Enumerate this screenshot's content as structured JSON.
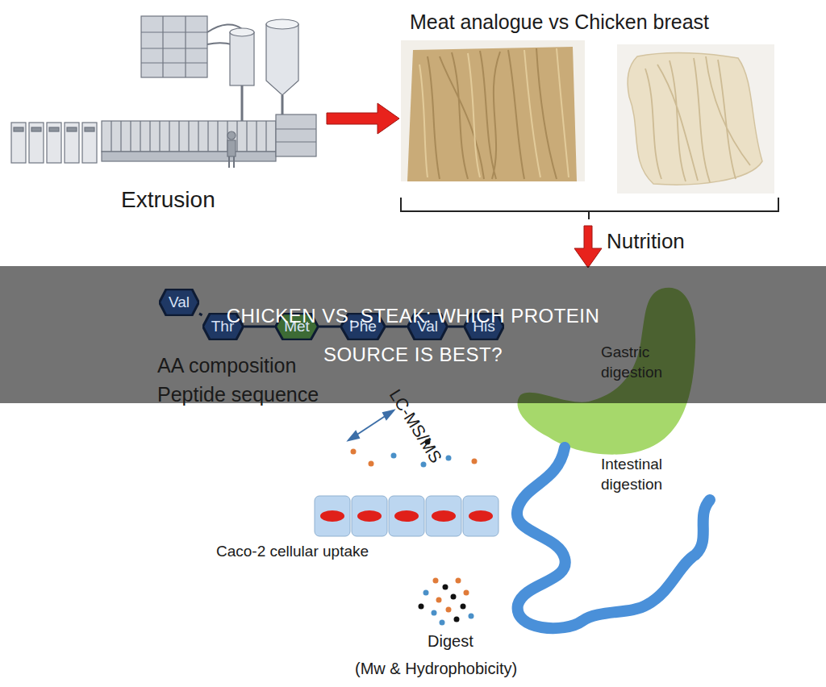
{
  "diagram": {
    "title": "CHICKEN VS. STEAK: WHICH PROTEIN SOURCE IS BEST?",
    "nodes": [
      {
        "text": [
          "Val"
        ]
      },
      {
        "text": [
          "Thr"
        ]
      },
      {
        "text": [
          "Met"
        ]
      },
      {
        "text": [
          "Phe"
        ]
      },
      {
        "text": [
          "Val"
        ]
      },
      {
        "text": [
          "His"
        ]
      }
    ],
    "edges": [
      {
        "from": 0,
        "to": 1,
        "arrow": "none"
      },
      {
        "from": 1,
        "to": 2,
        "arrow": "none"
      },
      {
        "from": 2,
        "to": 3,
        "arrow": "none"
      },
      {
        "from": 3,
        "to": 4,
        "arrow": "none"
      },
      {
        "from": 4,
        "to": 5,
        "arrow": "none"
      }
    ],
    "labels": [
      "Meat analogue vs Chicken breast",
      "Extrusion",
      "Nutrition",
      "AA composition",
      "Peptide sequence",
      "LC-MS/MS",
      "Gastric digestion",
      "Intestinal digestion",
      "Caco-2 cellular uptake",
      "Digest",
      "(Mw & Hydrophobicity)"
    ]
  }
}
